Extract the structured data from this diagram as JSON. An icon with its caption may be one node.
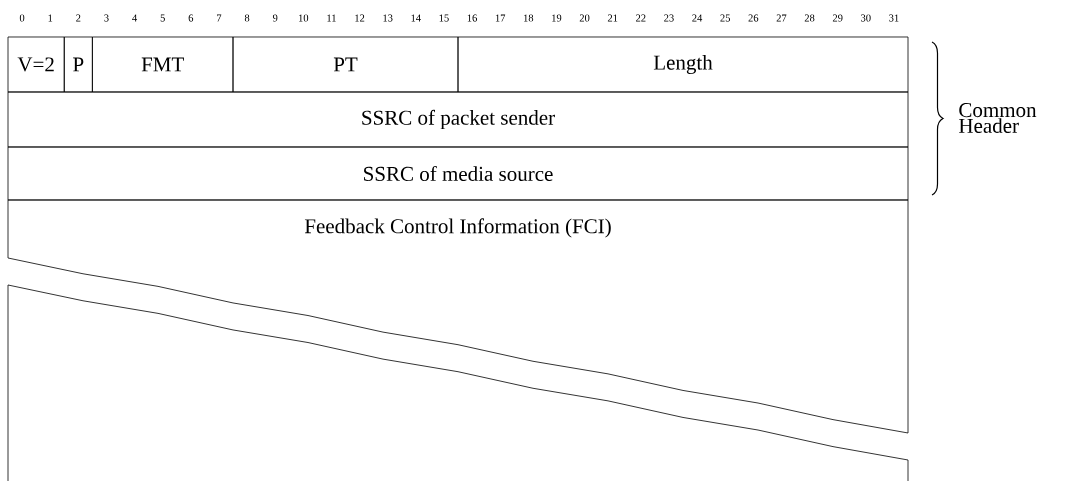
{
  "diagram": {
    "nodes": [
      {
        "text": [
          "V=2"
        ]
      },
      {
        "text": [
          "P"
        ]
      },
      {
        "text": [
          "FMT"
        ]
      },
      {
        "text": [
          "PT"
        ]
      },
      {
        "text": [
          "Length"
        ]
      },
      {
        "text": [
          "SSRC of packet sender"
        ]
      },
      {
        "text": [
          "SSRC of media source"
        ]
      },
      {
        "text": [
          "Feedback Control Information (FCI)"
        ]
      }
    ],
    "labels": [
      "0",
      "1",
      "2",
      "3",
      "4",
      "5",
      "6",
      "7",
      "8",
      "9",
      "10",
      "11",
      "12",
      "13",
      "14",
      "15",
      "16",
      "17",
      "18",
      "19",
      "20",
      "21",
      "22",
      "23",
      "24",
      "25",
      "26",
      "27",
      "28",
      "29",
      "30",
      "31",
      "Common Header"
    ]
  }
}
